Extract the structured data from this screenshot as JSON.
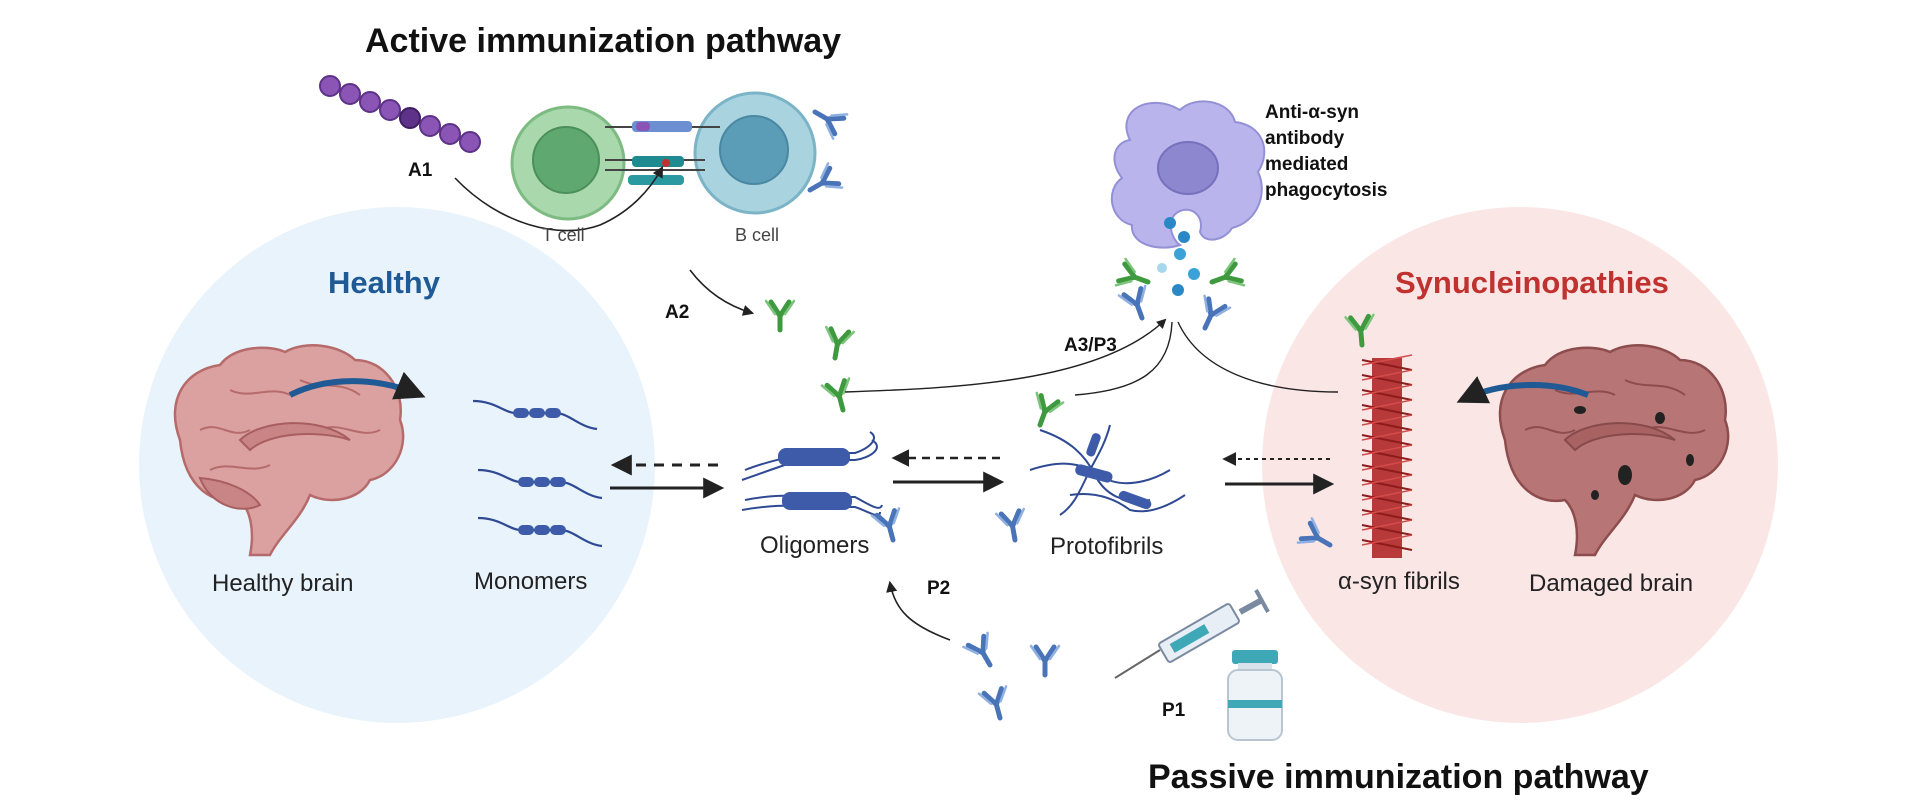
{
  "titles": {
    "active": "Active immunization pathway",
    "passive": "Passive immunization pathway"
  },
  "regions": {
    "healthy": "Healthy",
    "disease": "Synucleinopathies"
  },
  "labels": {
    "healthy_brain": "Healthy brain",
    "monomers": "Monomers",
    "oligomers": "Oligomers",
    "protofibrils": "Protofibrils",
    "fibrils": "α-syn fibrils",
    "damaged_brain": "Damaged brain",
    "t_cell": "T cell",
    "b_cell": "B cell"
  },
  "steps": {
    "a1": "A1",
    "a2": "A2",
    "a3p3": "A3/P3",
    "p1": "P1",
    "p2": "P2"
  },
  "phagocytosis": {
    "line1": "Anti-α-syn",
    "line2": "antibody",
    "line3": "mediated",
    "line4": "phagocytosis"
  },
  "colors": {
    "healthy_bg": "#e9f3fc",
    "disease_bg": "#fbe6e6",
    "healthy_title": "#1f5a94",
    "disease_title": "#c0322f",
    "protein_blue": "#3d5ba8",
    "antibody_green": "#3f9a3f",
    "antibody_blue": "#4a74b8",
    "fibril_red": "#b02626",
    "brain_pink": "#d99a9a",
    "brain_dark": "#b66b6b",
    "macrophage": "#b9b5ec",
    "t_cell": "#9fd0a3",
    "b_cell": "#9fcfdd"
  }
}
